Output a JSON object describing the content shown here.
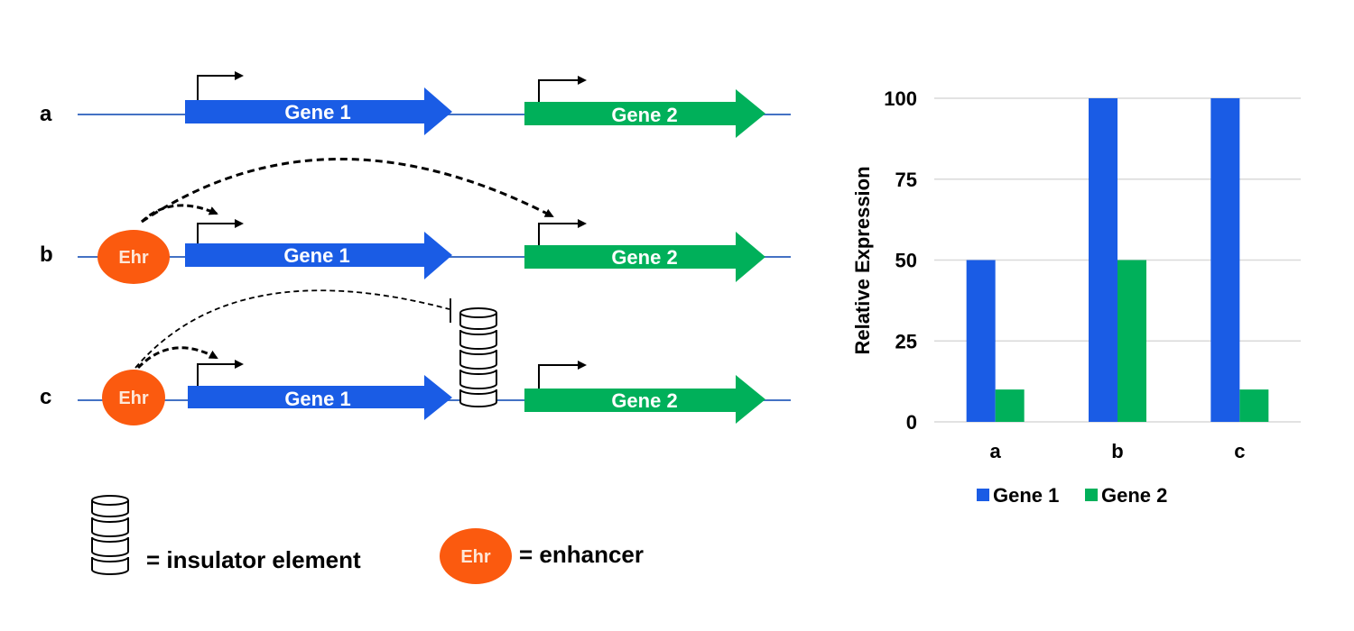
{
  "diagram": {
    "rows": [
      {
        "label": "a",
        "enhancer": false,
        "insulator": false,
        "gene1": "Gene 1",
        "gene2": "Gene 2"
      },
      {
        "label": "b",
        "enhancer": true,
        "insulator": false,
        "gene1": "Gene 1",
        "gene2": "Gene 2"
      },
      {
        "label": "c",
        "enhancer": true,
        "insulator": true,
        "gene1": "Gene 1",
        "gene2": "Gene 2"
      }
    ],
    "enhancer_label": "Ehr",
    "legend": {
      "insulator_text": "= insulator element",
      "enhancer_text": "= enhancer",
      "enhancer_label": "Ehr"
    },
    "colors": {
      "gene1": "#1a5ce5",
      "gene2": "#00b05a",
      "enhancer": "#fb5a0f",
      "dna": "#4472c4"
    }
  },
  "chart_data": {
    "type": "bar",
    "categories": [
      "a",
      "b",
      "c"
    ],
    "series": [
      {
        "name": "Gene 1",
        "values": [
          50,
          100,
          100
        ],
        "color": "#1a5ce5"
      },
      {
        "name": "Gene 2",
        "values": [
          10,
          50,
          10
        ],
        "color": "#00b05a"
      }
    ],
    "title": "",
    "xlabel": "",
    "ylabel": "Relative Expression",
    "ylim": [
      0,
      100
    ],
    "yticks": [
      "0",
      "25",
      "50",
      "75",
      "100"
    ],
    "grid": true,
    "legend_position": "bottom"
  }
}
